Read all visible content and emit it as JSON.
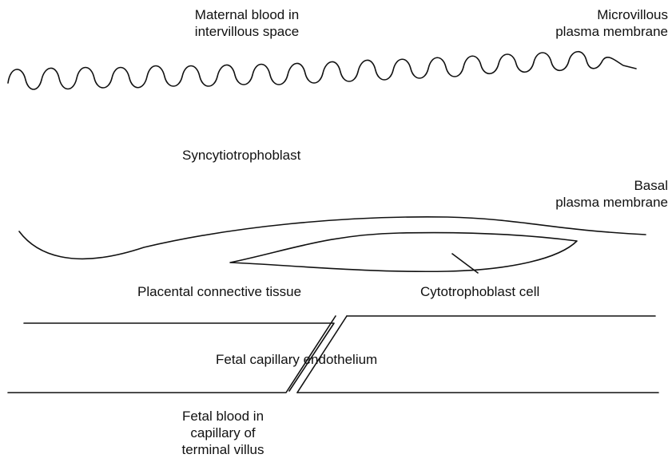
{
  "labels": {
    "maternal_blood_line1": "Maternal blood in",
    "maternal_blood_line2": "intervillous space",
    "microvillous_line1": "Microvillous",
    "microvillous_line2": "plasma membrane",
    "syncytiotrophoblast": "Syncytiotrophoblast",
    "basal_line1": "Basal",
    "basal_line2": "plasma membrane",
    "placental_connective_tissue": "Placental connective tissue",
    "cytotrophoblast_cell": "Cytotrophoblast cell",
    "fetal_capillary_endothelium": "Fetal capillary endothelium",
    "fetal_blood_line1": "Fetal blood in",
    "fetal_blood_line2": "capillary of",
    "fetal_blood_line3": "terminal villus"
  }
}
